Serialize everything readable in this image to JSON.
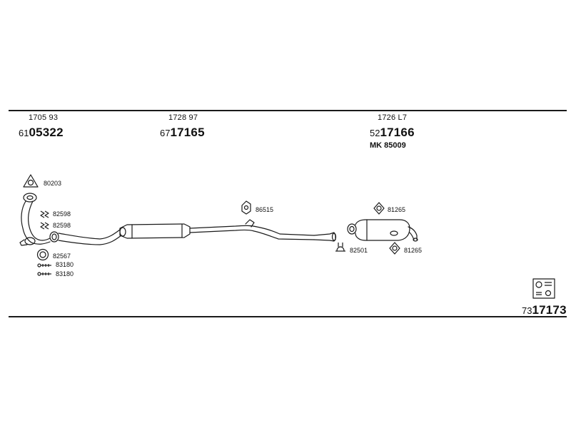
{
  "header": {
    "groups": [
      {
        "code": "1705 93",
        "part_prefix": "61",
        "part_number": "05322",
        "extra": ""
      },
      {
        "code": "1728 97",
        "part_prefix": "67",
        "part_number": "17165",
        "extra": ""
      },
      {
        "code": "1726 L7",
        "part_prefix": "52",
        "part_number": "17166",
        "extra": "MK  85009"
      }
    ]
  },
  "parts": {
    "labels": [
      {
        "id": "triangle-gasket",
        "text": "80203",
        "icon": "triangle-gasket-icon"
      },
      {
        "id": "spring-1",
        "text": "82598",
        "icon": "spring-icon"
      },
      {
        "id": "spring-2",
        "text": "82598",
        "icon": "spring-icon"
      },
      {
        "id": "ring-gasket",
        "text": "82567",
        "icon": "ring-gasket-icon"
      },
      {
        "id": "bolt-1",
        "text": "83180",
        "icon": "bolt-icon"
      },
      {
        "id": "bolt-2",
        "text": "83180",
        "icon": "bolt-icon"
      },
      {
        "id": "rubber-mount",
        "text": "86515",
        "icon": "rubber-mount-icon"
      },
      {
        "id": "clamp",
        "text": "82501",
        "icon": "clamp-icon"
      },
      {
        "id": "hanger-1",
        "text": "81265",
        "icon": "hanger-ring-icon"
      },
      {
        "id": "hanger-2",
        "text": "81265",
        "icon": "hanger-ring-icon"
      }
    ]
  },
  "footer": {
    "kit_prefix": "73",
    "kit_number": "17173",
    "icon": "mounting-kit-icon"
  },
  "colors": {
    "line": "#1a1a1a",
    "background": "#ffffff"
  }
}
